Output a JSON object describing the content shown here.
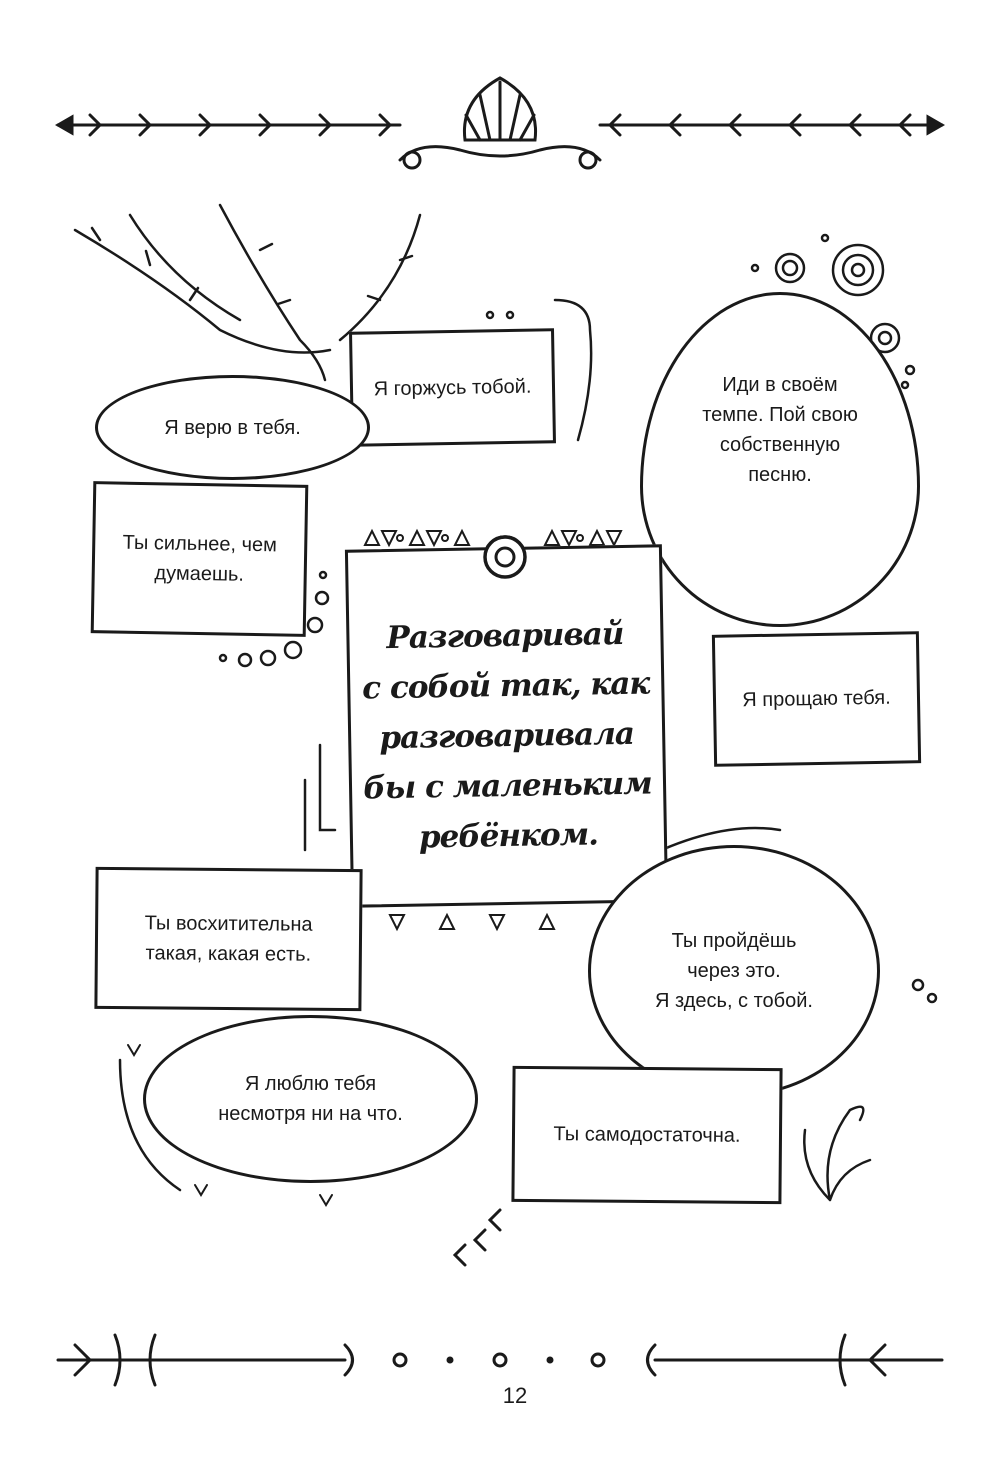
{
  "affirmations": {
    "proud": [
      "Я горжусь тобой."
    ],
    "believe": [
      "Я верю в тебя."
    ],
    "stronger": [
      "Ты сильнее, чем",
      "думаешь."
    ],
    "pace": [
      "Иди в своём",
      "темпе. Пой свою",
      "собственную",
      "песню."
    ],
    "forgive": [
      "Я прощаю тебя."
    ],
    "admirable": [
      "Ты восхитительна",
      "такая, какая есть."
    ],
    "through": [
      "Ты пройдёшь",
      "через это.",
      "Я здесь, с тобой."
    ],
    "love": [
      "Я люблю тебя",
      "несмотря ни на что."
    ],
    "selfsufficient": [
      "Ты самодостаточна."
    ]
  },
  "central_quote": [
    "Разговаривай",
    "с собой так, как",
    "разговаривала",
    "бы с маленьким",
    "ребёнком."
  ],
  "page_number": "12",
  "colors": {
    "ink": "#1a1a1a",
    "paper": "#ffffff"
  }
}
